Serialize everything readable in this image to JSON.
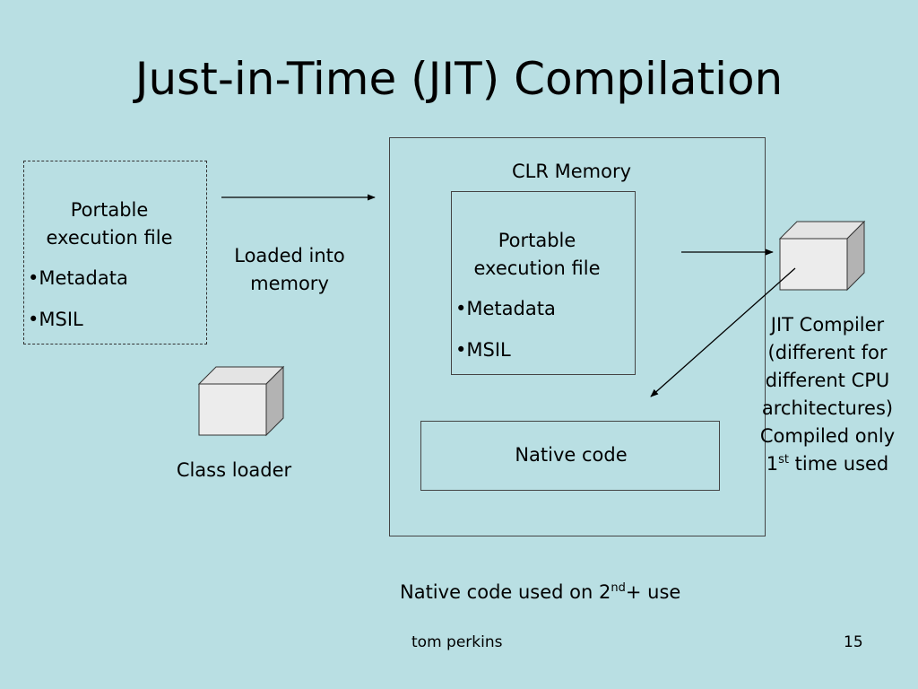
{
  "slide": {
    "title": "Just-in-Time (JIT) Compilation",
    "left_file": {
      "line1": "Portable",
      "line2": "execution file",
      "bullet1": "•Metadata",
      "bullet2": "•MSIL"
    },
    "loaded": {
      "line1": "Loaded into",
      "line2": "memory"
    },
    "class_loader": "Class loader",
    "clr": {
      "label": "CLR Memory",
      "file": {
        "line1": "Portable",
        "line2": "execution file",
        "bullet1": "•Metadata",
        "bullet2": "•MSIL"
      },
      "native_code": "Native code"
    },
    "jit": {
      "line1": "JIT Compiler",
      "line2": "(different for",
      "line3": "different CPU",
      "line4": "architectures)",
      "line5": "Compiled only",
      "line6_pre": "1",
      "line6_sup": "st",
      "line6_post": " time used"
    },
    "native_use": {
      "pre": "Native code used on 2",
      "sup": "nd",
      "post": "+ use"
    },
    "footer": {
      "author": "tom perkins",
      "page": "15"
    }
  }
}
